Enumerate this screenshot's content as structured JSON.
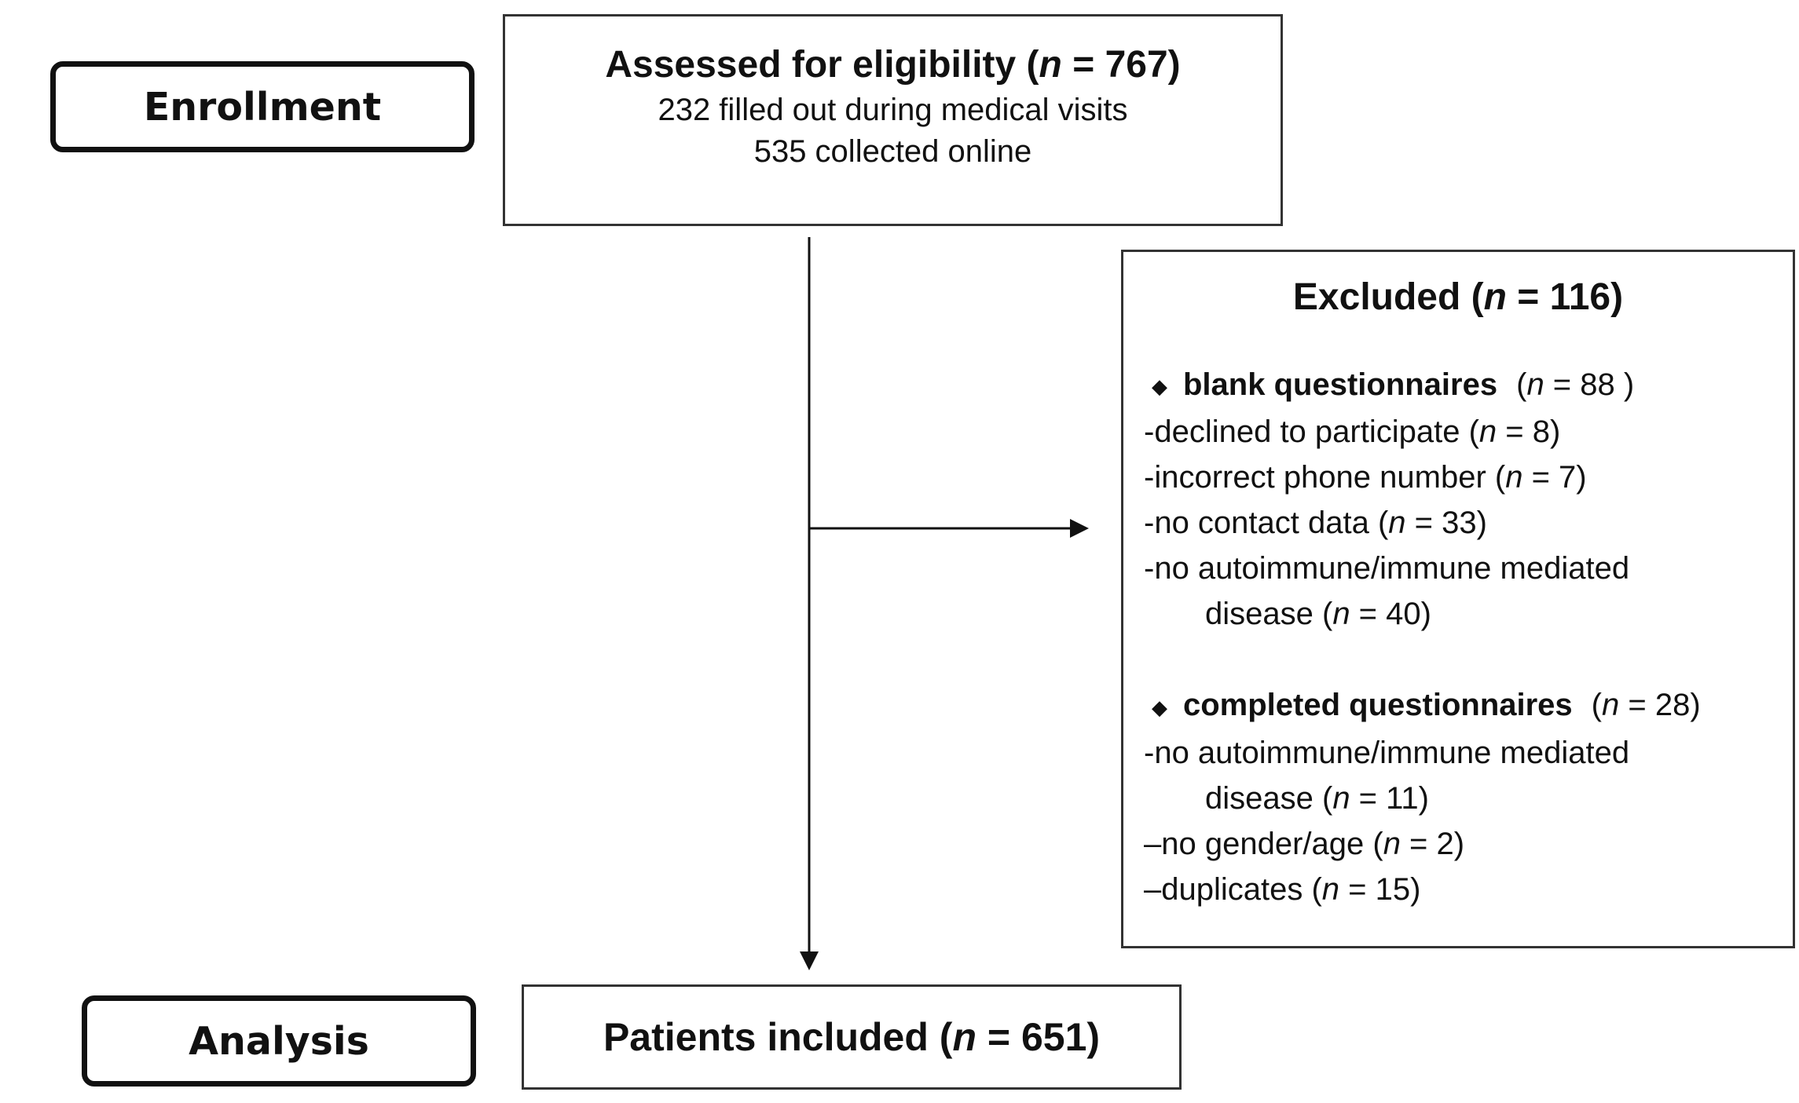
{
  "stages": {
    "enrollment": "Enrollment",
    "analysis": "Analysis"
  },
  "assessed": {
    "title": "Assessed for eligibility (n = 767)",
    "line1": "232 filled out during medical visits",
    "line2": "535 collected online"
  },
  "excluded": {
    "title": "Excluded (n = 116)",
    "blank_heading": "blank questionnaires",
    "blank_count": "(n = 88 )",
    "blank_items": [
      "-declined to participate (n = 8)",
      "-incorrect phone number (n = 7)",
      "-no contact data (n = 33)",
      "-no autoimmune/immune mediated",
      "disease (n = 40)"
    ],
    "completed_heading": "completed questionnaires",
    "completed_count": "(n = 28)",
    "completed_items": [
      "-no autoimmune/immune mediated",
      "disease (n = 11)",
      "–no gender/age (n = 2)",
      "–duplicates (n = 15)"
    ]
  },
  "included": {
    "title": "Patients included (n = 651)"
  },
  "bullet_glyph": "◆"
}
